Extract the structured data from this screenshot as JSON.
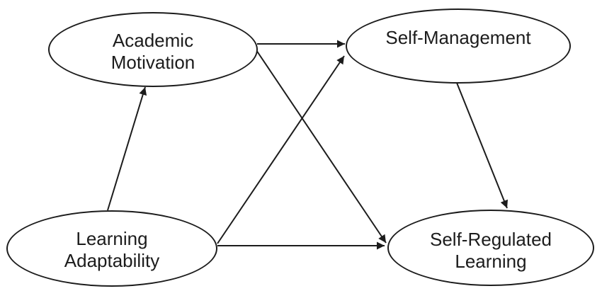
{
  "diagram": {
    "type": "path-model",
    "background_color": "#ffffff",
    "stroke_color": "#1c1c1c",
    "text_color": "#1c1c1c",
    "nodes": [
      {
        "id": "academic-motivation",
        "shape": "ellipse",
        "label": "Academic\nMotivation"
      },
      {
        "id": "self-management",
        "shape": "ellipse",
        "label": "Self-Management"
      },
      {
        "id": "learning-adaptability",
        "shape": "ellipse",
        "label": "Learning\nAdaptability"
      },
      {
        "id": "self-regulated-learning",
        "shape": "ellipse",
        "label": "Self-Regulated\nLearning"
      }
    ],
    "edges": [
      {
        "from": "learning-adaptability",
        "to": "academic-motivation",
        "arrow": "end"
      },
      {
        "from": "academic-motivation",
        "to": "self-management",
        "arrow": "end"
      },
      {
        "from": "academic-motivation",
        "to": "self-regulated-learning",
        "arrow": "end"
      },
      {
        "from": "learning-adaptability",
        "to": "self-management",
        "arrow": "end"
      },
      {
        "from": "learning-adaptability",
        "to": "self-regulated-learning",
        "arrow": "end"
      },
      {
        "from": "self-management",
        "to": "self-regulated-learning",
        "arrow": "end"
      }
    ]
  }
}
